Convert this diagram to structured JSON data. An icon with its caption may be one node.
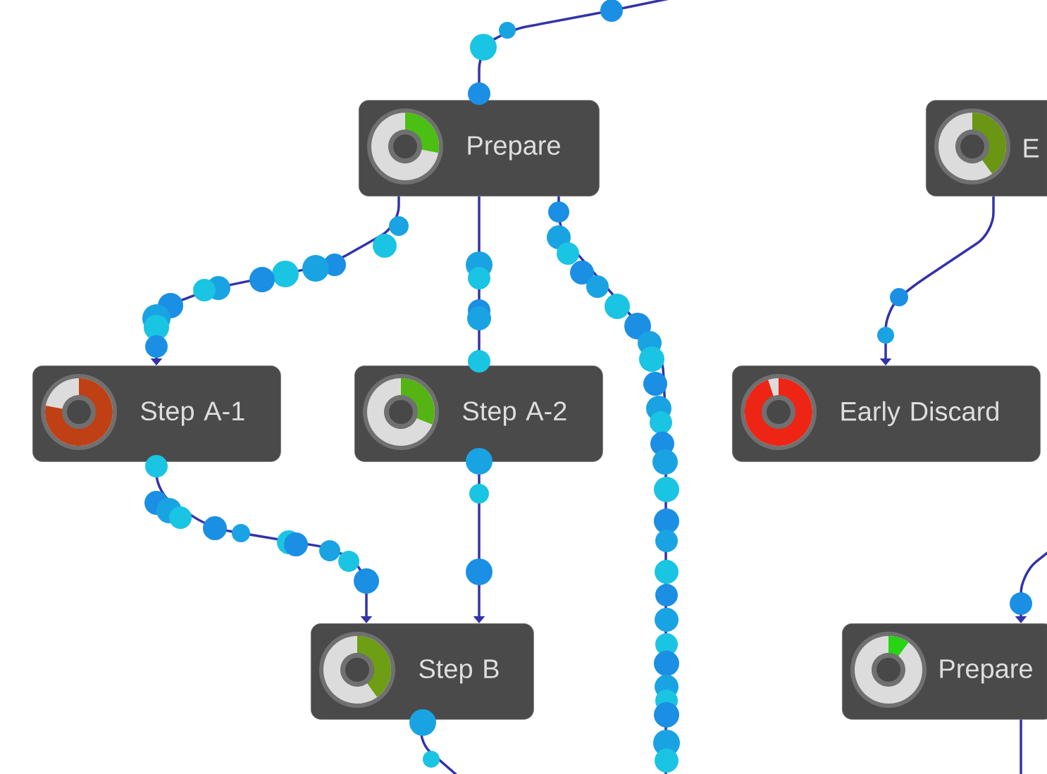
{
  "diagram": {
    "nodes": [
      {
        "text": [
          "Prepare"
        ]
      },
      {
        "text": [
          "E"
        ]
      },
      {
        "text": [
          "Step A-1"
        ]
      },
      {
        "text": [
          "Step A-2"
        ]
      },
      {
        "text": [
          "Early Discard"
        ]
      },
      {
        "text": [
          "Step B"
        ]
      },
      {
        "text": [
          "Prepare"
        ]
      }
    ],
    "edges": [
      {
        "from": null,
        "to": 0,
        "arrow": "none"
      },
      {
        "from": 0,
        "to": 2,
        "arrow": "to"
      },
      {
        "from": 0,
        "to": 3,
        "arrow": "none"
      },
      {
        "from": 0,
        "to": null,
        "arrow": "none"
      },
      {
        "from": 1,
        "to": 4,
        "arrow": "to"
      },
      {
        "from": 2,
        "to": 5,
        "arrow": "to"
      },
      {
        "from": 3,
        "to": 5,
        "arrow": "to"
      },
      {
        "from": 5,
        "to": null,
        "arrow": "none"
      },
      {
        "from": null,
        "to": 6,
        "arrow": "to"
      },
      {
        "from": 6,
        "to": null,
        "arrow": "none"
      }
    ]
  }
}
